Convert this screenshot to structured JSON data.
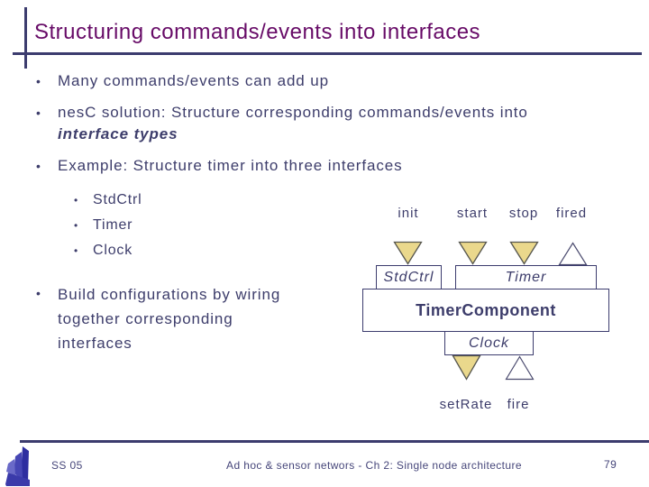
{
  "glyphs": {
    "bullet": "•"
  },
  "title": "Structuring commands/events into interfaces",
  "bullets": {
    "b1": "Many commands/events can add up",
    "b2_text": "nesC solution: Structure corresponding commands/events into ",
    "b2_em": "interface types",
    "b3": "Example: Structure timer into three interfaces",
    "sub": [
      "StdCtrl",
      "Timer",
      "Clock"
    ],
    "b4": "Build configurations by wiring together corresponding interfaces"
  },
  "diagram": {
    "top_labels": [
      "init",
      "start",
      "stop",
      "fired"
    ],
    "boxes": {
      "stdctrl": "StdCtrl",
      "timer": "Timer",
      "component": "TimerComponent",
      "clock": "Clock"
    },
    "bottom_labels": [
      "setRate",
      "fire"
    ]
  },
  "footer": {
    "left": "SS 05",
    "center": "Ad hoc & sensor networs - Ch 2: Single node architecture",
    "page": "79"
  },
  "colors": {
    "text": "#3d3d6b",
    "title": "#670b67",
    "accent": "#3c3c6e",
    "triangle_fill": "#ead88c"
  }
}
